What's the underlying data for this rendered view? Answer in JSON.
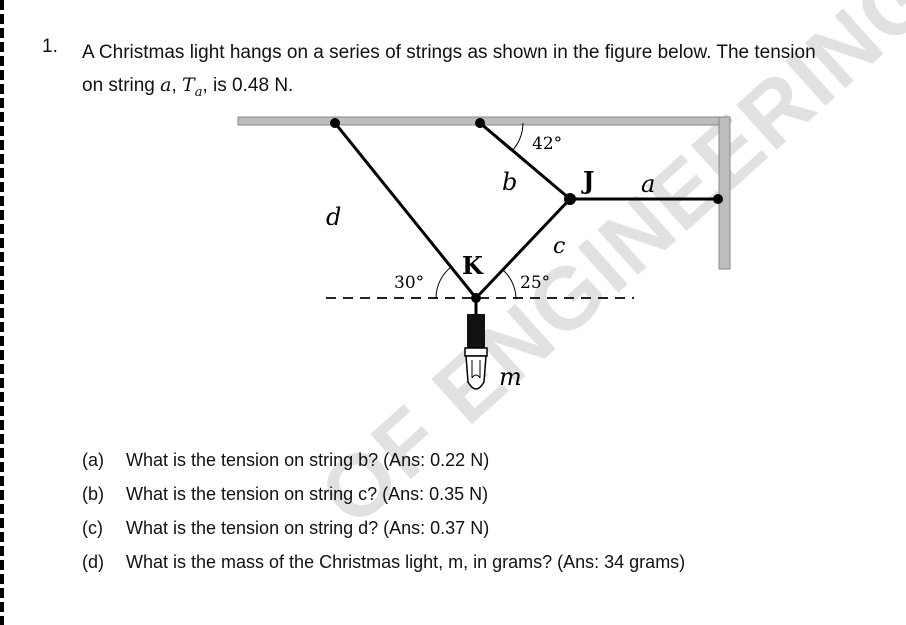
{
  "question": {
    "number": "1.",
    "text_line1": "A Christmas light hangs on a series of strings as shown in the figure below. The tension",
    "text_line2_prefix": "on string ",
    "var_a": "a",
    "sep1": ", ",
    "var_T": "T",
    "var_T_sub": "a",
    "sep2": ",",
    "text_line2_suffix": " is 0.48 N."
  },
  "figure": {
    "label_d": "d",
    "label_b": "b",
    "label_a": "a",
    "label_c": "c",
    "label_m": "m",
    "label_J": "J",
    "label_K": "K",
    "angle_42": "42°",
    "angle_30": "30°",
    "angle_25": "25°"
  },
  "parts": [
    {
      "label": "(a)",
      "text": "What is the tension on string b? (Ans: 0.22 N)"
    },
    {
      "label": "(b)",
      "text": "What is the tension on string c? (Ans: 0.35 N)"
    },
    {
      "label": "(c)",
      "text": "What is the tension on string d? (Ans: 0.37 N)"
    },
    {
      "label": "(d)",
      "text": "What is the mass of the Christmas light, m, in grams? (Ans: 34 grams)"
    }
  ],
  "watermark": "OF ENGINEERING | USI"
}
